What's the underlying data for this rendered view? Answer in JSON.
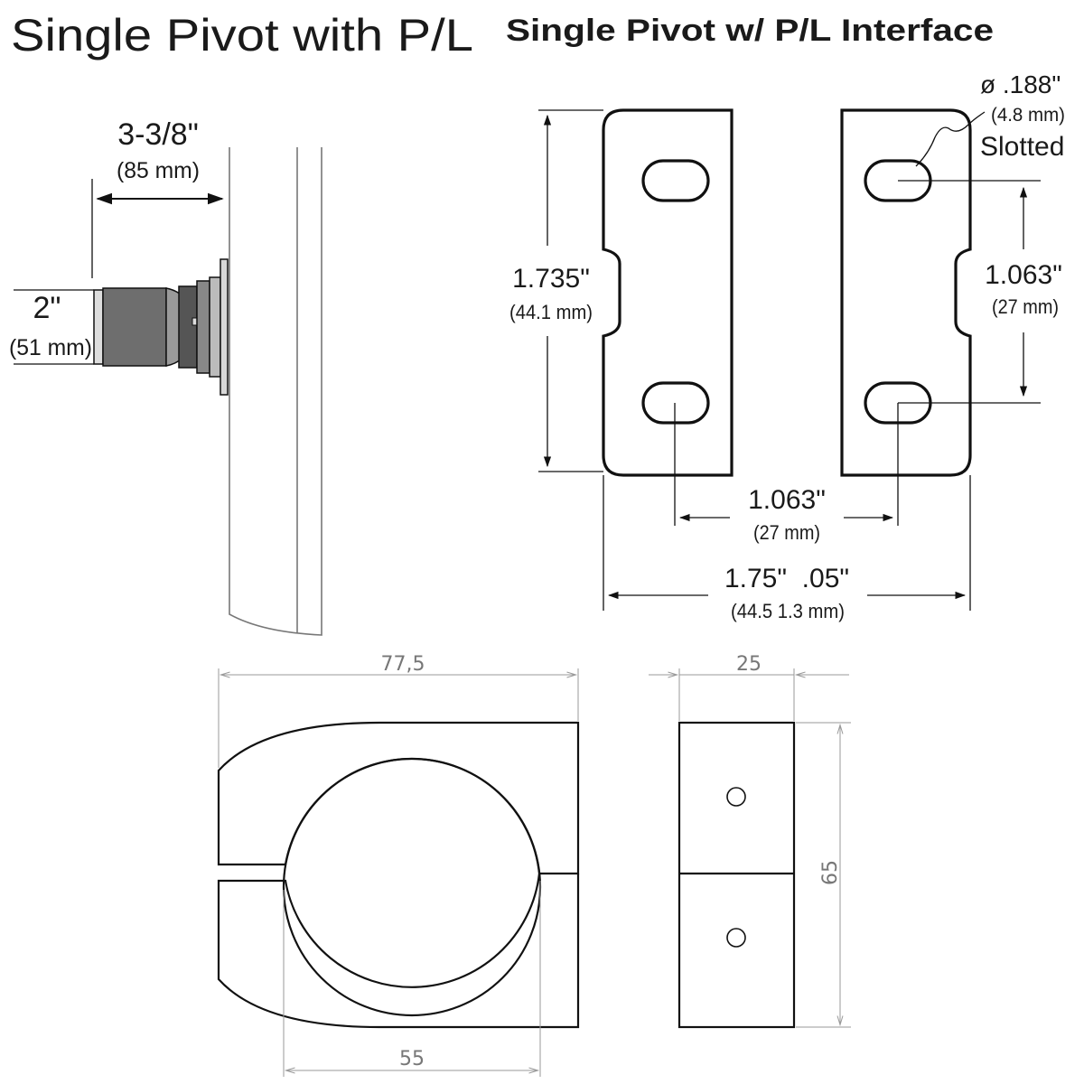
{
  "titles": {
    "left": "Single Pivot with P/L",
    "right": "Single Pivot w/ P/L Interface"
  },
  "side_view": {
    "width_in": "3-3/8\"",
    "width_mm": "(85 mm)",
    "height_in": "2\"",
    "height_mm": "(51 mm)"
  },
  "plates": {
    "hole_dia_in": "ø .188\"",
    "hole_dia_mm": "(4.8 mm)",
    "hole_type": "Slotted",
    "height_in": "1.735\"",
    "height_mm": "(44.1 mm)",
    "hole_spacing_v_in": "1.063\"",
    "hole_spacing_v_mm": "(27 mm)",
    "hole_spacing_h_in": "1.063\"",
    "hole_spacing_h_mm": "(27 mm)",
    "overall_width_in": "1.75\"  .05\"",
    "overall_width_mm": "(44.5 1.3 mm)"
  },
  "clamp": {
    "overall_width": "77,5",
    "bore_width": "55",
    "side_width": "25",
    "height": "65"
  },
  "colors": {
    "ink": "#111111",
    "dimension_grey": "#9a9a9a",
    "pole_grey": "#777777"
  }
}
